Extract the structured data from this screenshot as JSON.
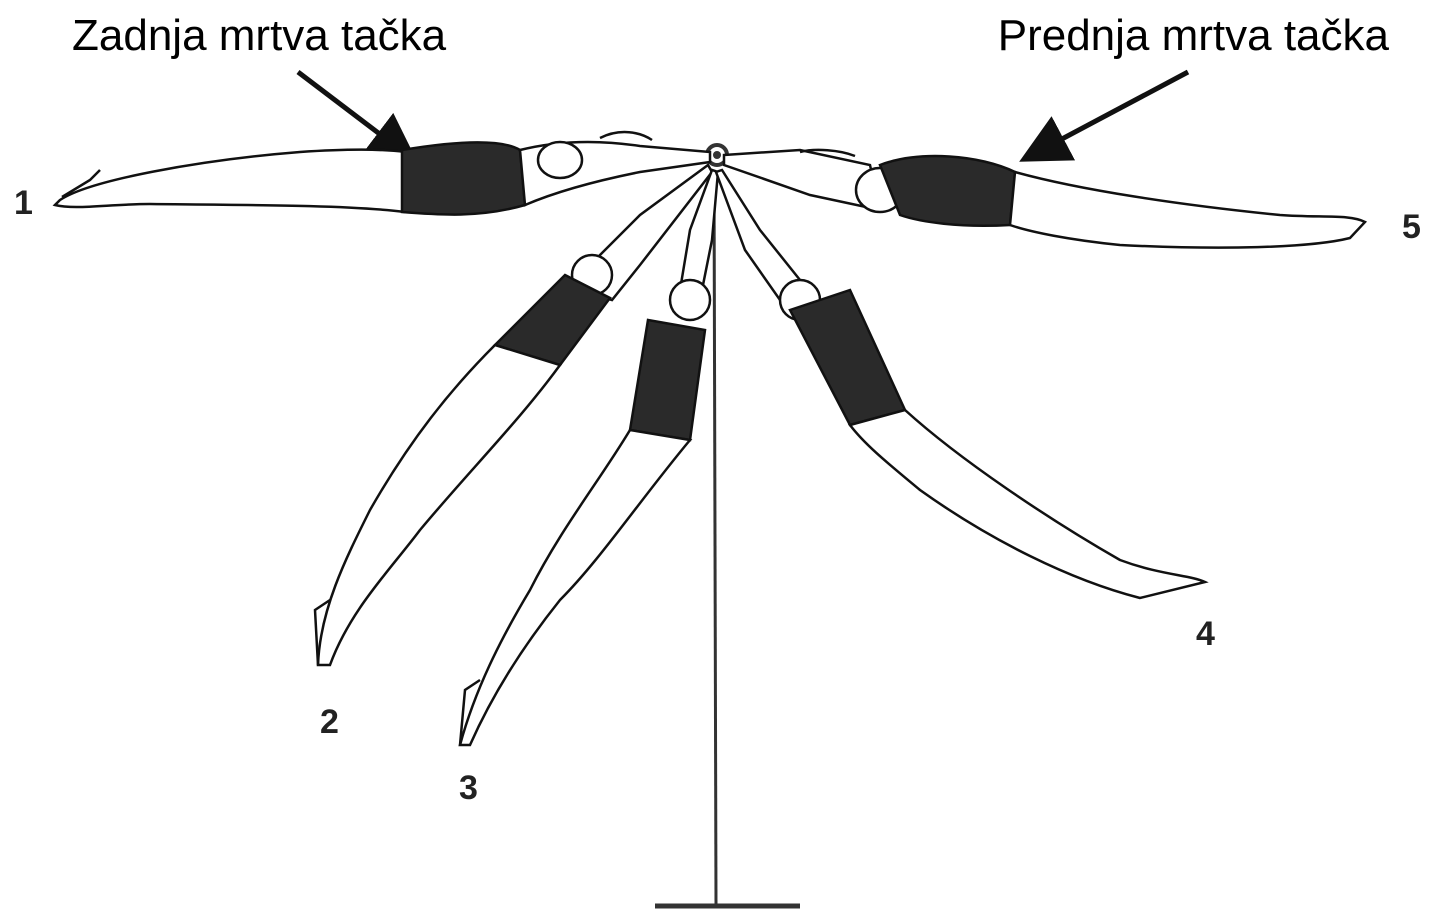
{
  "labels": {
    "rear_dead_point": "Zadnja mrtva tačka",
    "front_dead_point": "Prednja mrtva tačka"
  },
  "positions": [
    "1",
    "2",
    "3",
    "4",
    "5"
  ],
  "colors": {
    "ink": "#111111",
    "suit": "#2a2a2a",
    "background": "#ffffff"
  }
}
